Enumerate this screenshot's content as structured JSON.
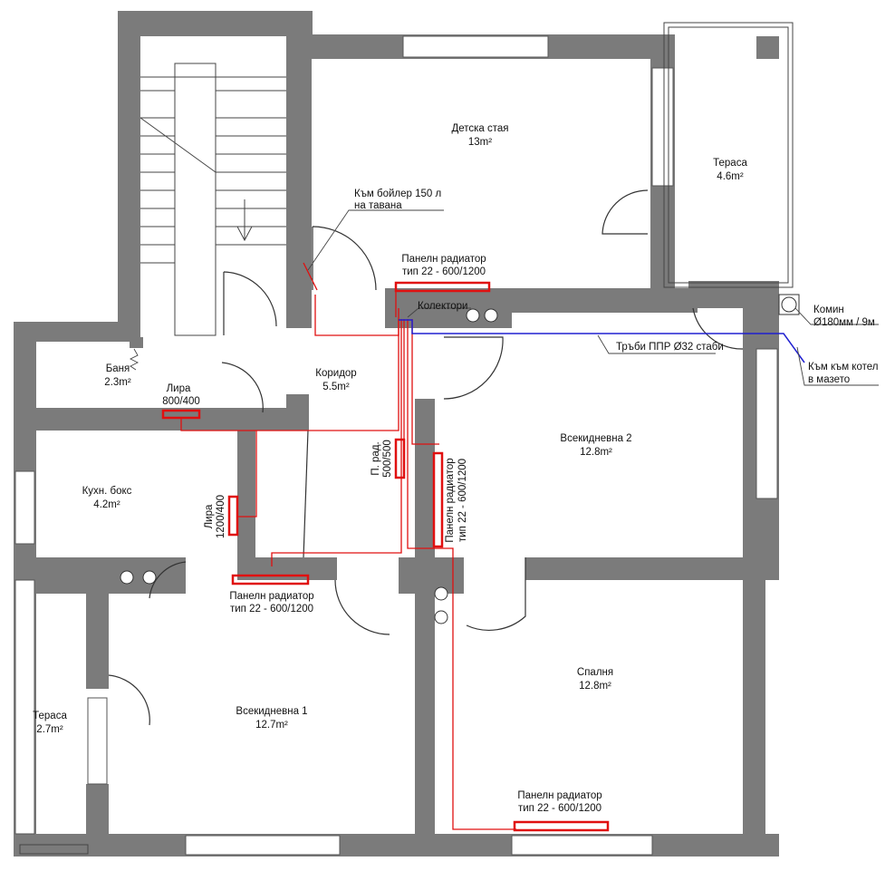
{
  "rooms": {
    "kids": {
      "name": "Детска стая",
      "area": "13m²"
    },
    "terrace_top": {
      "name": "Тераса",
      "area": "4.6m²"
    },
    "bath": {
      "name": "Баня",
      "area": "2.3m²"
    },
    "corridor": {
      "name": "Коридор",
      "area": "5.5m²"
    },
    "kitchen": {
      "name": "Кухн. бокс",
      "area": "4.2m²"
    },
    "living2": {
      "name": "Всекидневна 2",
      "area": "12.8m²"
    },
    "bedroom": {
      "name": "Спалня",
      "area": "12.8m²"
    },
    "living1": {
      "name": "Всекидневна 1",
      "area": "12.7m²"
    },
    "terrace_left": {
      "name": "Тераса",
      "area": "2.7m²"
    }
  },
  "annotations": {
    "boiler": [
      "Към бойлер 150 л",
      "на тавана"
    ],
    "collectors": "Колектори",
    "pipes": "Тръби ППР Ø32 стаби",
    "chimney": [
      "Комин",
      "Ø180мм / 9м"
    ],
    "boiler_room": [
      "Към към котел",
      "в мазето"
    ]
  },
  "radiators": {
    "kids": [
      "Панелн радиатор",
      "тип 22 - 600/1200"
    ],
    "bath": [
      "Лира",
      "800/400"
    ],
    "kitchen": [
      "Лира",
      "1200/400"
    ],
    "corridor": [
      "П. рад.",
      "500/500"
    ],
    "living2": [
      "Панелн радиатор",
      "тип 22 - 600/1200"
    ],
    "living1": [
      "Панелн радиатор",
      "тип 22 - 600/1200"
    ],
    "bedroom": [
      "Панелн радиатор",
      "тип 22 - 600/1200"
    ]
  },
  "colors": {
    "wall": "#7b7b7b",
    "heating_pipe": "#e01010",
    "supply_pipe": "#2020d0"
  }
}
